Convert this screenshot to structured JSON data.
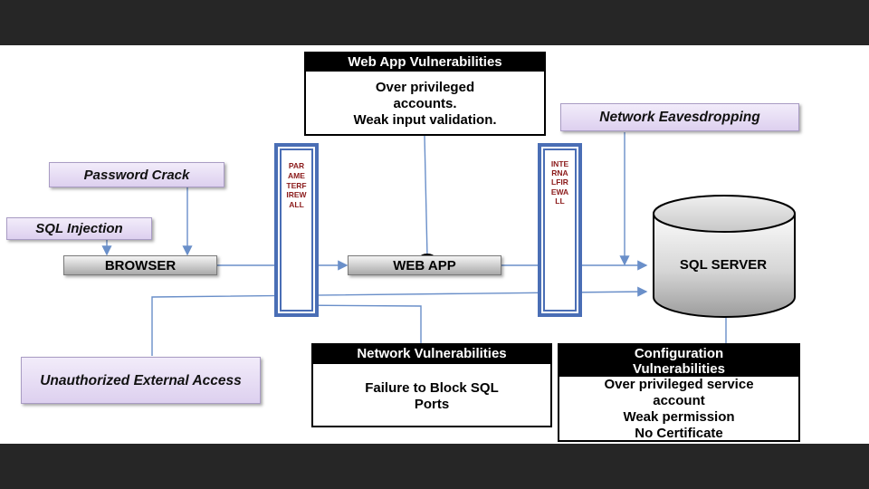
{
  "threats": {
    "password_crack": "Password Crack",
    "sql_injection": "SQL Injection",
    "network_eavesdropping": "Network Eavesdropping",
    "unauthorized_access": "Unauthorized External Access"
  },
  "nodes": {
    "browser": "BROWSER",
    "web_app": "WEB APP",
    "sql_server": "SQL SERVER"
  },
  "firewalls": {
    "parameter": "PARAMETERFIREWALL",
    "internal": "INTERNALFIREWALL"
  },
  "panels": {
    "web_app_vuln": {
      "title": "Web App Vulnerabilities",
      "line1": "Over privileged",
      "line2": "accounts.",
      "line3": "Weak input validation."
    },
    "network_vuln": {
      "title": "Network Vulnerabilities",
      "line1": "Failure to Block SQL",
      "line2": "Ports"
    },
    "config_vuln": {
      "title_line1": "Configuration",
      "title_line2": "Vulnerabilities",
      "line1": "Over privileged service",
      "line2": "account",
      "line3": "Weak permission",
      "line4": "No Certificate"
    }
  },
  "colors": {
    "connector": "#6a8fc9",
    "firewall_border": "#4a6eb5",
    "firewall_text": "#8b1a1a",
    "threat_fill": "#e7dcf3"
  }
}
